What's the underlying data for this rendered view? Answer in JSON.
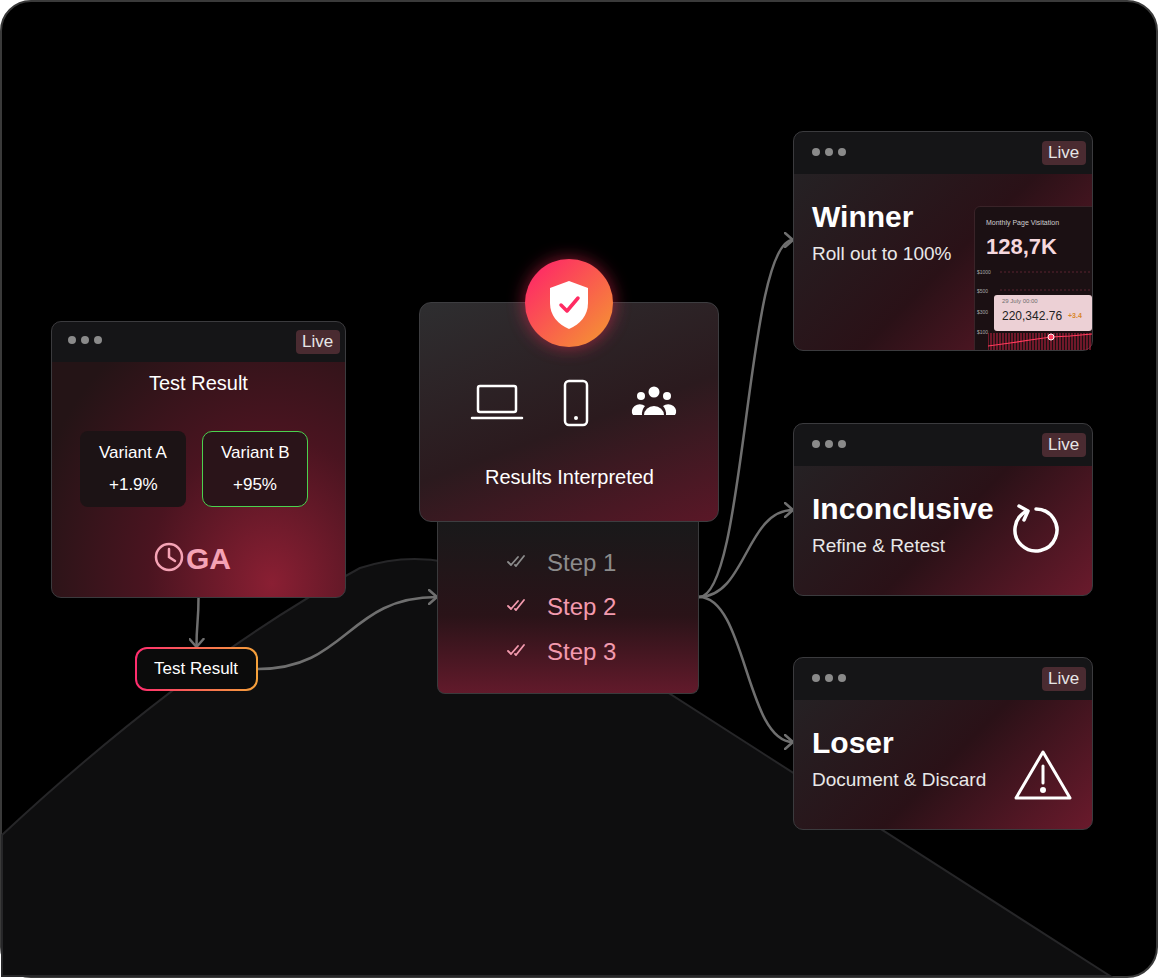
{
  "diagram": {
    "nodes": [
      {
        "text": [
          "Test Result",
          "GA"
        ]
      },
      {
        "text": [
          "Live"
        ],
        "in": 0
      },
      {
        "text": [
          "Variant A",
          "+1.9%"
        ],
        "in": 0
      },
      {
        "text": [
          "Variant B",
          "+95%"
        ],
        "in": 0
      },
      {
        "text": [
          "Test Result"
        ]
      },
      {
        "text": [
          "Results Interpreted"
        ]
      },
      {
        "text": [
          "Step 1",
          "Step 2",
          "Step 3"
        ]
      },
      {
        "text": [
          "Winner",
          "Roll out to 100%"
        ]
      },
      {
        "text": [
          "Live"
        ],
        "in": 7
      },
      {
        "text": [
          "Monthly Page Visitation",
          "128,7K"
        ],
        "in": 7
      },
      {
        "text": [
          "29 July 00:00",
          "220,342.76",
          "+3.4"
        ],
        "in": 9
      },
      {
        "text": [
          "Inconclusive",
          "Refine & Retest"
        ]
      },
      {
        "text": [
          "Live"
        ],
        "in": 11
      },
      {
        "text": [
          "Loser",
          "Document & Discard"
        ]
      },
      {
        "text": [
          "Live"
        ],
        "in": 13
      }
    ],
    "edges": [
      {
        "from": 0,
        "to": 4,
        "arrow": "to"
      },
      {
        "from": 4,
        "to": 6,
        "arrow": "to"
      },
      {
        "from": 6,
        "to": 7,
        "arrow": "to"
      },
      {
        "from": 6,
        "to": 11,
        "arrow": "to"
      },
      {
        "from": 6,
        "to": 13,
        "arrow": "to"
      }
    ],
    "labels": [
      "$1000",
      "$500",
      "$300",
      "$100"
    ]
  }
}
